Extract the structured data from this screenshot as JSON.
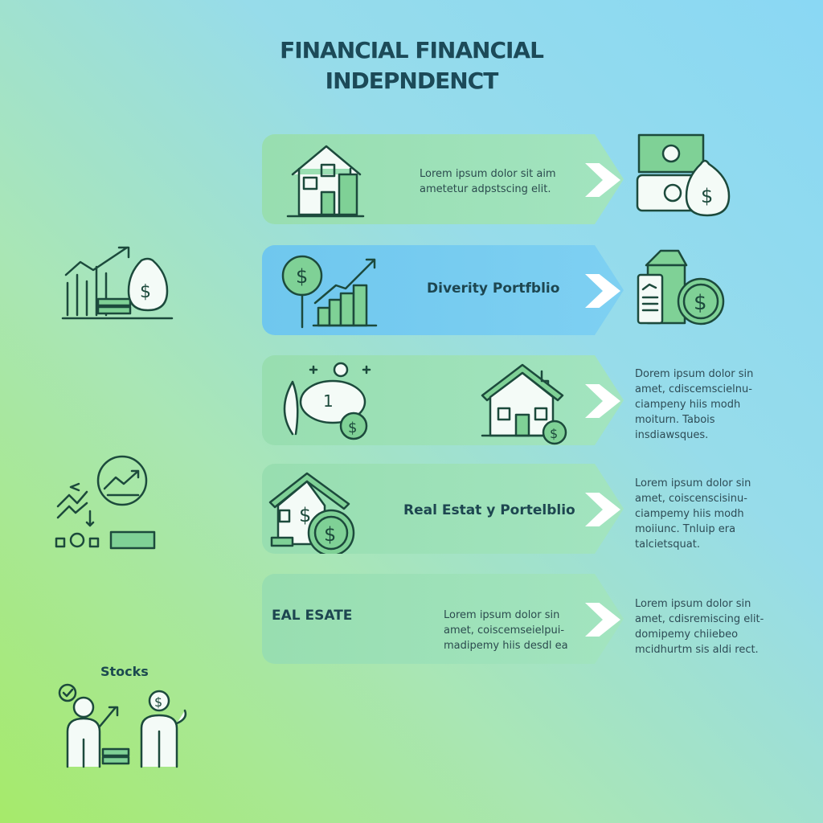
{
  "title": {
    "line1": "FINANCIAL FINANCIAL",
    "line2": "INDEPNDENCT"
  },
  "rows": [
    {
      "text": "Lorem ipsum dolor sit aim ametetur adpstscing elit."
    },
    {
      "heading": "Diverity Portfblio"
    },
    {
      "right_text": "Dorem ipsum dolor sin amet, cdiscemscielnu-ciampeny hiis modh moiturn. Tabois insdiawsques."
    },
    {
      "heading": "Real Estat y Portelblio",
      "right_text": "Lorem ipsum dolor sin amet, coiscenscisinu-ciampemy hiis modh moiiunc. Tnluip era talcietsquat."
    },
    {
      "heading": "EAL ESATE",
      "text": "Lorem ipsum dolor sin amet, coiscemseielpui-madipemy hiis desdl ea",
      "right_text": "Lorem ipsum dolor sin amet, cdisremiscing elit-domipemy chiiebeo mcidhurtm sis aldi rect."
    }
  ],
  "left": {
    "stocks_label": "Stocks"
  },
  "colors": {
    "title": "#1c4a58",
    "green": "#7fd196",
    "blue": "#6fc7ee",
    "stroke": "#1c4a3c"
  }
}
